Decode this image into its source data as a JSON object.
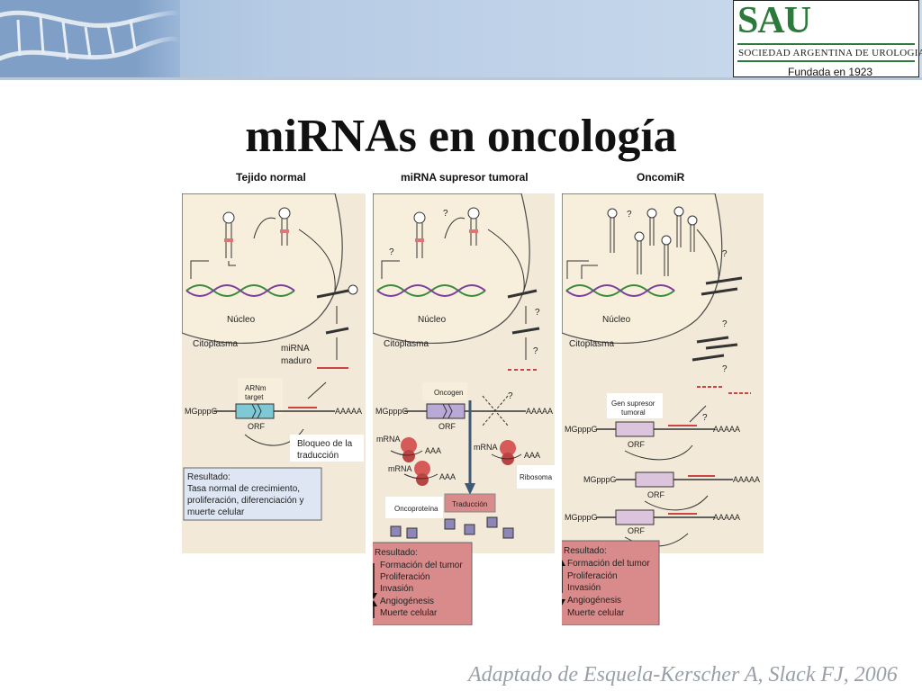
{
  "logo": {
    "letters": "SAU",
    "society": "SOCIEDAD ARGENTINA DE UROLOGIA",
    "founded": "Fundada en 1923"
  },
  "title": "miRNAs en oncología",
  "columns": {
    "normal": "Tejido normal",
    "suppressor": "miRNA supresor tumoral",
    "oncomir": "OncomiR"
  },
  "panel1": {
    "nucleus": "Núcleo",
    "cytoplasm": "Citoplasma",
    "mature1": "miRNA",
    "mature2": "maduro",
    "target1": "ARNm",
    "target2": "target",
    "cap": "MGpppG",
    "orf": "ORF",
    "polyA": "AAAAA",
    "block1": "Bloqueo de la",
    "block2": "traducción",
    "result": [
      "Resultado:",
      "Tasa normal de crecimiento,",
      "proliferación, diferenciación y",
      "muerte celular"
    ]
  },
  "panel2": {
    "nucleus": "Núcleo",
    "cytoplasm": "Citoplasma",
    "oncogene": "Oncogen",
    "cap": "MGpppG",
    "orf": "ORF",
    "polyA": "AAAAA",
    "mrna": "mRNA",
    "aaa": "AAA",
    "ribosome": "Ribosoma",
    "translation": "Traducción",
    "oncoprotein": "Oncoproteína",
    "question": "?",
    "result": [
      "Resultado:",
      "Formación del tumor",
      "Proliferación",
      "Invasión",
      "Angiogénesis",
      "Muerte celular"
    ]
  },
  "panel3": {
    "nucleus": "Núcleo",
    "cytoplasm": "Citoplasma",
    "suppressor1": "Gen supresor",
    "suppressor2": "tumoral",
    "cap": "MGpppG",
    "orf": "ORF",
    "polyA": "AAAAA",
    "question": "?",
    "result": [
      "Resultado:",
      "Formación del tumor",
      "Proliferación",
      "Invasión",
      "Angiogénesis",
      "Muerte celular"
    ]
  },
  "citation": "Adaptado de Esquela-Kerscher A, Slack FJ, 2006",
  "colors": {
    "banner": "#b6cbe4",
    "logo_green": "#2c7a3a",
    "panel_bg": "#f2e9d8",
    "nucleus_bg": "#f7efdc",
    "result_blue": "#dde6f2",
    "result_red": "#d98b8b",
    "orf_teal": "#7fc9d6",
    "orf_purple": "#b9a9d6",
    "ribosome": "#d55a58"
  }
}
